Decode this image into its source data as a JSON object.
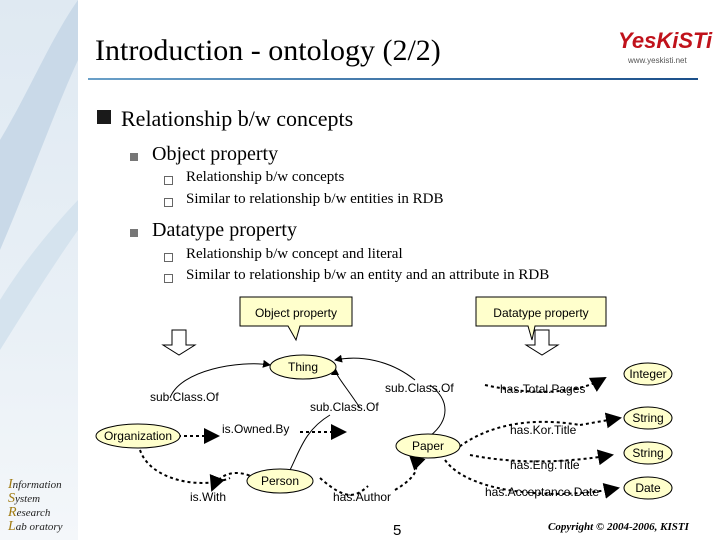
{
  "slide": {
    "title": "Introduction - ontology (2/2)",
    "logo_text": "YesKiSTi",
    "logo_url": "www.yeskisti.net",
    "page_number": "5",
    "copyright": "Copyright © 2004-2006, KISTI"
  },
  "left_labels": [
    {
      "cap": "I",
      "rest": "nformation"
    },
    {
      "cap": "S",
      "rest": "ystem"
    },
    {
      "cap": "R",
      "rest": "esearch"
    },
    {
      "cap": "L",
      "rest": "ab oratory"
    }
  ],
  "outline": {
    "level1": "Relationship b/w concepts",
    "object_property": {
      "heading": "Object property",
      "items": [
        "Relationship b/w concepts",
        "Similar to relationship b/w entities in RDB"
      ]
    },
    "datatype_property": {
      "heading": "Datatype property",
      "items": [
        "Relationship b/w concept and literal",
        "Similar to relationship b/w an entity and an attribute in RDB"
      ]
    }
  },
  "diagram": {
    "callouts": {
      "object_property": "Object property",
      "datatype_property": "Datatype property"
    },
    "classes": {
      "thing": "Thing",
      "organization": "Organization",
      "paper": "Paper",
      "person": "Person"
    },
    "literals": {
      "integer": "Integer",
      "string1": "String",
      "string2": "String",
      "date": "Date"
    },
    "relations": {
      "subclass_left": "sub.Class.Of",
      "subclass_mid": "sub.Class.Of",
      "subclass_right": "sub.Class.Of",
      "is_owned_by": "is.Owned.By",
      "is_with": "is.With",
      "has_author": "has.Author",
      "has_total_pages": "has.Total.Pages",
      "has_kor_title": "has.Kor.Title",
      "has_eng_title": "has.Eng.Title",
      "has_acceptance_date": "has.Acceptance.Date"
    }
  }
}
